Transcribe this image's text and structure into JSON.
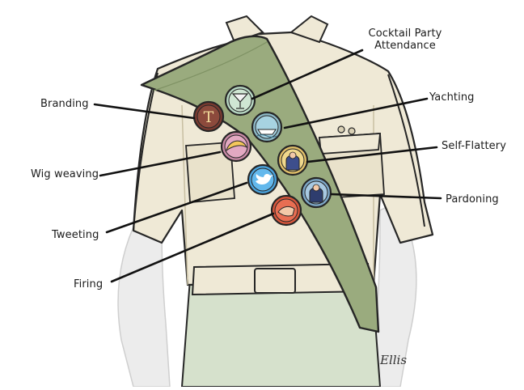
{
  "labels": {
    "cocktail_line1": "Cocktail Party",
    "cocktail_line2": "Attendance",
    "yachting": "Yachting",
    "self_flattery": "Self-Flattery",
    "pardoning": "Pardoning",
    "branding": "Branding",
    "wig_weaving": "Wig weaving",
    "tweeting": "Tweeting",
    "firing": "Firing"
  },
  "badges": {
    "branding_letter": "T"
  },
  "signature": "Ellis",
  "colors": {
    "shirt": "#efe9d6",
    "shirt_shade": "#d9d0b5",
    "pants": "#d6e1cc",
    "sash": "#9aab7e",
    "sash_dark": "#7e9163",
    "outline": "#262626",
    "skin_shadow": "#e6e6e6"
  },
  "icons": [
    "cocktail-badge-icon",
    "yacht-badge-icon",
    "self-flattery-badge-icon",
    "pardoning-badge-icon",
    "branding-badge-icon",
    "wig-badge-icon",
    "twitter-bird-badge-icon",
    "firing-badge-icon"
  ]
}
